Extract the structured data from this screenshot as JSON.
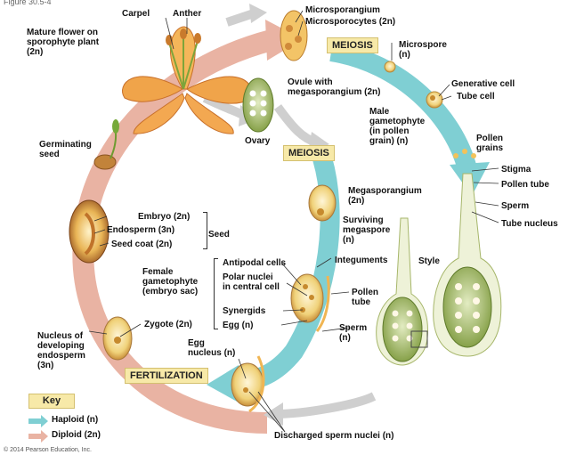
{
  "figure_number": "Figure 30.5-4",
  "labels": {
    "carpel": "Carpel",
    "anther": "Anther",
    "microsporangium": "Microsporangium",
    "microsporocytes": "Microsporocytes (2n)",
    "mature_flower": "Mature flower on\nsporophyte plant\n(2n)",
    "meiosis_top": "MEIOSIS",
    "microspore": "Microspore\n(n)",
    "ovule": "Ovule with\nmegasporangium (2n)",
    "generative_cell": "Generative cell",
    "tube_cell": "Tube cell",
    "male_gametophyte": "Male\ngametophyte\n(in pollen\ngrain) (n)",
    "ovary": "Ovary",
    "meiosis_mid": "MEIOSIS",
    "germinating_seed": "Germinating\nseed",
    "pollen_grains": "Pollen\ngrains",
    "stigma": "Stigma",
    "pollen_tube_right": "Pollen tube",
    "megasporangium": "Megasporangium\n(2n)",
    "sperm_right": "Sperm",
    "tube_nucleus": "Tube nucleus",
    "embryo": "Embryo (2n)",
    "endosperm": "Endosperm (3n)",
    "seed": "Seed",
    "seed_coat": "Seed coat (2n)",
    "surviving_megaspore": "Surviving\nmegaspore\n(n)",
    "integuments": "Integuments",
    "style": "Style",
    "female_gametophyte": "Female\ngametophyte\n(embryo sac)",
    "antipodal_cells": "Antipodal cells",
    "polar_nuclei": "Polar nuclei\nin central cell",
    "pollen_tube_mid": "Pollen\ntube",
    "synergids": "Synergids",
    "egg": "Egg (n)",
    "sperm_mid": "Sperm\n(n)",
    "zygote": "Zygote (2n)",
    "nucleus_endosperm": "Nucleus of\ndeveloping\nendosperm\n(3n)",
    "egg_nucleus": "Egg\nnucleus (n)",
    "fertilization": "FERTILIZATION",
    "discharged_sperm": "Discharged sperm nuclei (n)",
    "copyright": "© 2014 Pearson Education, Inc."
  },
  "key": {
    "title": "Key",
    "haploid": "Haploid (n)",
    "diploid": "Diploid (2n)"
  },
  "colors": {
    "haploid": "#7fcfd3",
    "diploid": "#e9b3a3",
    "tag_bg": "#f7e9a8",
    "gray_arrow": "#cfcfcf"
  }
}
